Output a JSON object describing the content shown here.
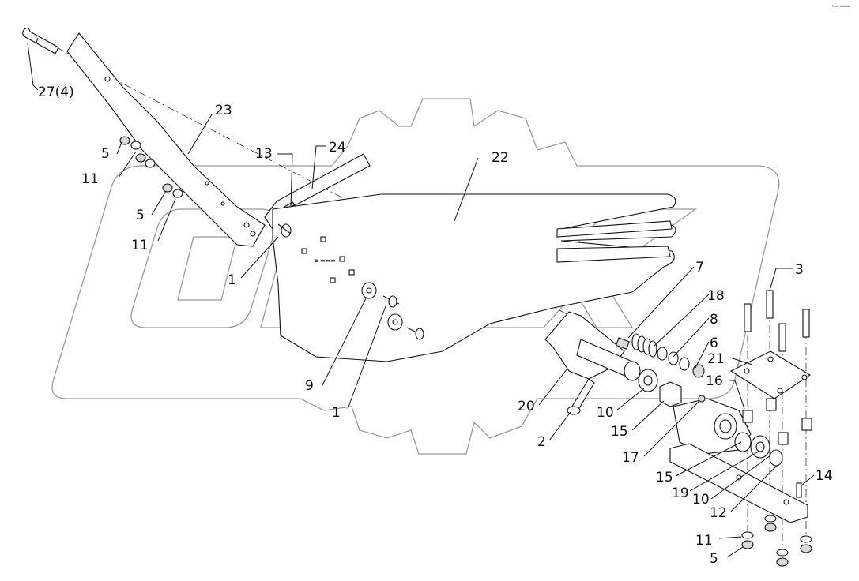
{
  "corner_mark": "•═ ═══",
  "callouts": [
    {
      "label": "27(4)"
    },
    {
      "label": "23"
    },
    {
      "label": "5"
    },
    {
      "label": "11"
    },
    {
      "label": "5"
    },
    {
      "label": "11"
    },
    {
      "label": "13"
    },
    {
      "label": "24"
    },
    {
      "label": "22"
    },
    {
      "label": "1"
    },
    {
      "label": "9"
    },
    {
      "label": "1"
    },
    {
      "label": "7"
    },
    {
      "label": "18"
    },
    {
      "label": "8"
    },
    {
      "label": "6"
    },
    {
      "label": "3"
    },
    {
      "label": "21"
    },
    {
      "label": "16"
    },
    {
      "label": "20"
    },
    {
      "label": "10"
    },
    {
      "label": "15"
    },
    {
      "label": "2"
    },
    {
      "label": "17"
    },
    {
      "label": "15"
    },
    {
      "label": "19"
    },
    {
      "label": "10"
    },
    {
      "label": "12"
    },
    {
      "label": "14"
    },
    {
      "label": "11"
    },
    {
      "label": "5"
    }
  ],
  "icons": {
    "watermark": "opex-gear-logo"
  }
}
